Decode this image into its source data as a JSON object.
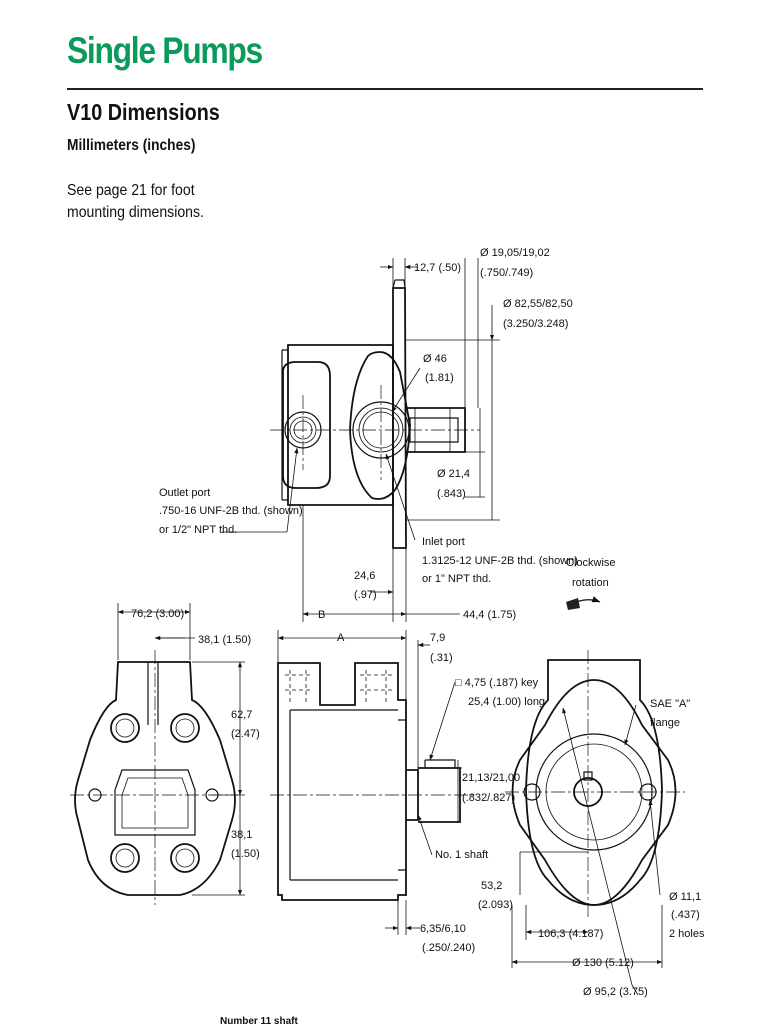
{
  "header": {
    "title": "Single Pumps",
    "title_color": "#0a9a5c"
  },
  "section": {
    "title": "V10 Dimensions",
    "subtitle": "Millimeters (inches)"
  },
  "note": {
    "line1": "See page 21 for foot",
    "line2": "mounting dimensions."
  },
  "dims": {
    "d_12_7": "12,7 (.50)",
    "d_19_05_a": "Ø 19,05/19,02",
    "d_19_05_b": "(.750/.749)",
    "d_82_55_a": "Ø 82,55/82,50",
    "d_82_55_b": "(3.250/3.248)",
    "d_46_a": "Ø 46",
    "d_46_b": "(1.81)",
    "d_21_4_a": "Ø 21,4",
    "d_21_4_b": "(.843)",
    "outlet_1": "Outlet port",
    "outlet_2": ".750-16 UNF-2B thd. (shown)",
    "outlet_3": "or 1/2\" NPT thd.",
    "inlet_1": "Inlet port",
    "inlet_2": "1.3125-12 UNF-2B thd. (shown)",
    "inlet_3": "or 1\" NPT thd.",
    "d_24_6_a": "24,6",
    "d_24_6_b": "(.97)",
    "cw_1": "Clockwise",
    "cw_2": "rotation",
    "d_76_2": "76,2 (3.00)",
    "d_b": "B",
    "d_44_4": "44,4 (1.75)",
    "d_38_1_top": "38,1 (1.50)",
    "d_a": "A",
    "d_7_9_a": "7,9",
    "d_7_9_b": "(.31)",
    "key_1": "□ 4,75 (.187) key",
    "key_2": "25,4 (1.00) long",
    "sae_1": "SAE \"A\"",
    "sae_2": "flange",
    "d_62_7_a": "62,7",
    "d_62_7_b": "(2.47)",
    "d_21_13_a": "21,13/21,00",
    "d_21_13_b": "(.832/.827)",
    "d_38_1_a": "38,1",
    "d_38_1_b": "(1.50)",
    "shaft": "No. 1 shaft",
    "d_53_2_a": "53,2",
    "d_53_2_b": "(2.093)",
    "d_11_1_a": "Ø 11,1",
    "d_11_1_b": "(.437)",
    "d_11_1_c": "2 holes",
    "d_6_35_a": "6,35/6,10",
    "d_6_35_b": "(.250/.240)",
    "d_106_3": "106,3 (4.187)",
    "d_130": "Ø 130 (5.12)",
    "d_95_2": "Ø 95,2 (3.75)",
    "cut_footer": "Number 11 shaft"
  }
}
